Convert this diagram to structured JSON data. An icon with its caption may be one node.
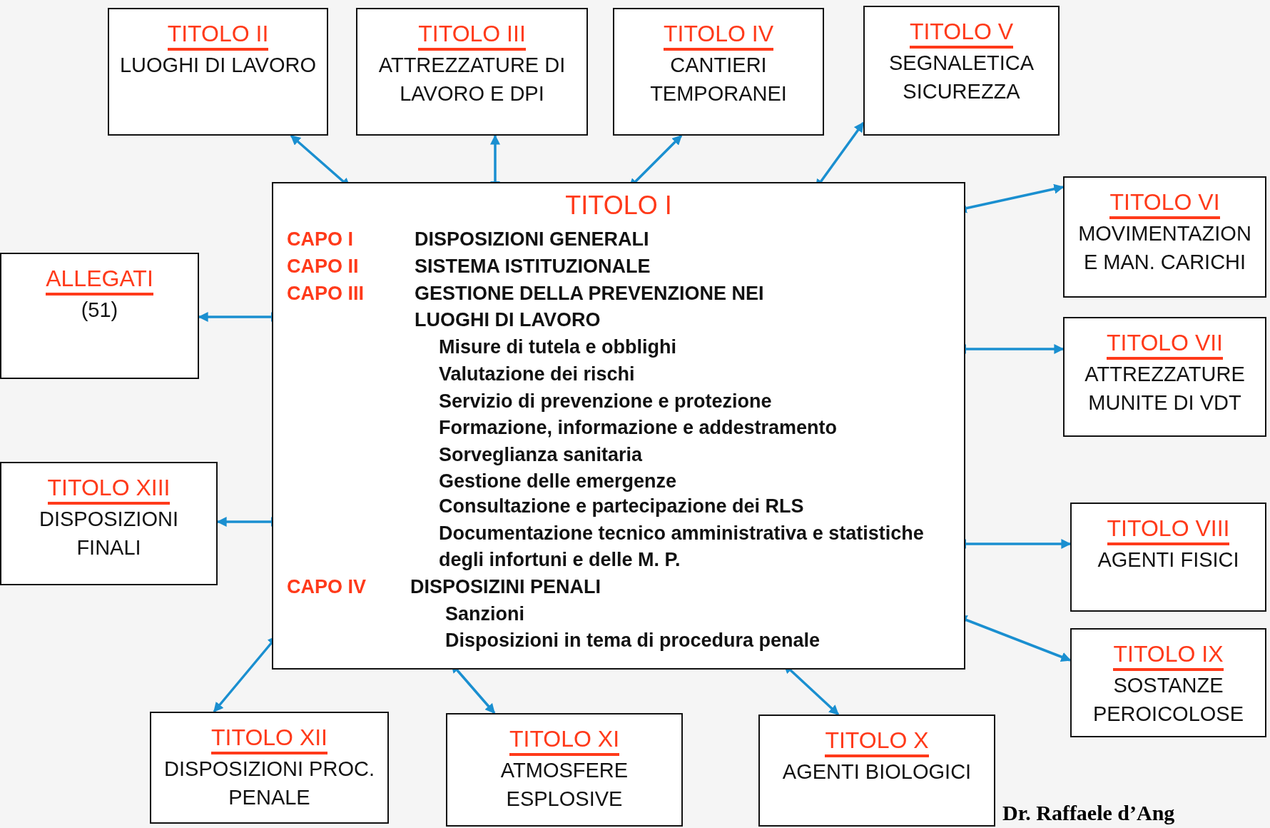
{
  "diagram": {
    "nodes": [
      {
        "text": [
          "TITOLO I",
          "CAPO I",
          "DISPOSIZIONI GENERALI",
          "CAPO II",
          "SISTEMA ISTITUZIONALE",
          "CAPO III",
          "GESTIONE DELLA PREVENZIONE NEI LUOGHI DI LAVORO",
          "Misure di tutela e obblighi",
          "Valutazione dei rischi",
          "Servizio di prevenzione e protezione",
          "Formazione, informazione e addestramento",
          "Sorveglianza sanitaria",
          "Gestione delle emergenze",
          "Consultazione e partecipazione dei RLS",
          "Documentazione tecnico amministrativa e statistiche degli infortuni e delle M. P.",
          "CAPO IV",
          "DISPOSIZINI PENALI",
          "Sanzioni",
          "Disposizioni in tema di procedura penale"
        ]
      },
      {
        "text": [
          "TITOLO II",
          "LUOGHI DI LAVORO"
        ]
      },
      {
        "text": [
          "TITOLO III",
          "ATTREZZATURE DI LAVORO E DPI"
        ]
      },
      {
        "text": [
          "TITOLO IV",
          "CANTIERI TEMPORANEI"
        ]
      },
      {
        "text": [
          "TITOLO V",
          "SEGNALETICA SICUREZZA"
        ]
      },
      {
        "text": [
          "TITOLO VI",
          "MOVIMENTAZION E MAN. CARICHI"
        ]
      },
      {
        "text": [
          "TITOLO VII",
          "ATTREZZATURE MUNITE DI VDT"
        ]
      },
      {
        "text": [
          "TITOLO VIII",
          "AGENTI FISICI"
        ]
      },
      {
        "text": [
          "TITOLO IX",
          "SOSTANZE PEROICOLOSE"
        ]
      },
      {
        "text": [
          "TITOLO X",
          "AGENTI BIOLOGICI"
        ]
      },
      {
        "text": [
          "TITOLO XI",
          "ATMOSFERE ESPLOSIVE"
        ]
      },
      {
        "text": [
          "TITOLO XII",
          "DISPOSIZIONI PROC. PENALE"
        ]
      },
      {
        "text": [
          "TITOLO XIII",
          "DISPOSIZIONI FINALI"
        ]
      },
      {
        "text": [
          "ALLEGATI",
          "(51)"
        ]
      }
    ],
    "edges": [
      {
        "from": 0,
        "to": 1,
        "arrow": "both"
      },
      {
        "from": 0,
        "to": 2,
        "arrow": "both"
      },
      {
        "from": 0,
        "to": 3,
        "arrow": "both"
      },
      {
        "from": 0,
        "to": 4,
        "arrow": "both"
      },
      {
        "from": 0,
        "to": 5,
        "arrow": "both"
      },
      {
        "from": 0,
        "to": 6,
        "arrow": "both"
      },
      {
        "from": 0,
        "to": 7,
        "arrow": "both"
      },
      {
        "from": 0,
        "to": 8,
        "arrow": "both"
      },
      {
        "from": 0,
        "to": 9,
        "arrow": "both"
      },
      {
        "from": 0,
        "to": 10,
        "arrow": "both"
      },
      {
        "from": 0,
        "to": 11,
        "arrow": "both"
      },
      {
        "from": 0,
        "to": 12,
        "arrow": "both"
      },
      {
        "from": 0,
        "to": 13,
        "arrow": "both"
      }
    ],
    "labels": [
      "Dr. Raffaele d’Ang"
    ]
  }
}
